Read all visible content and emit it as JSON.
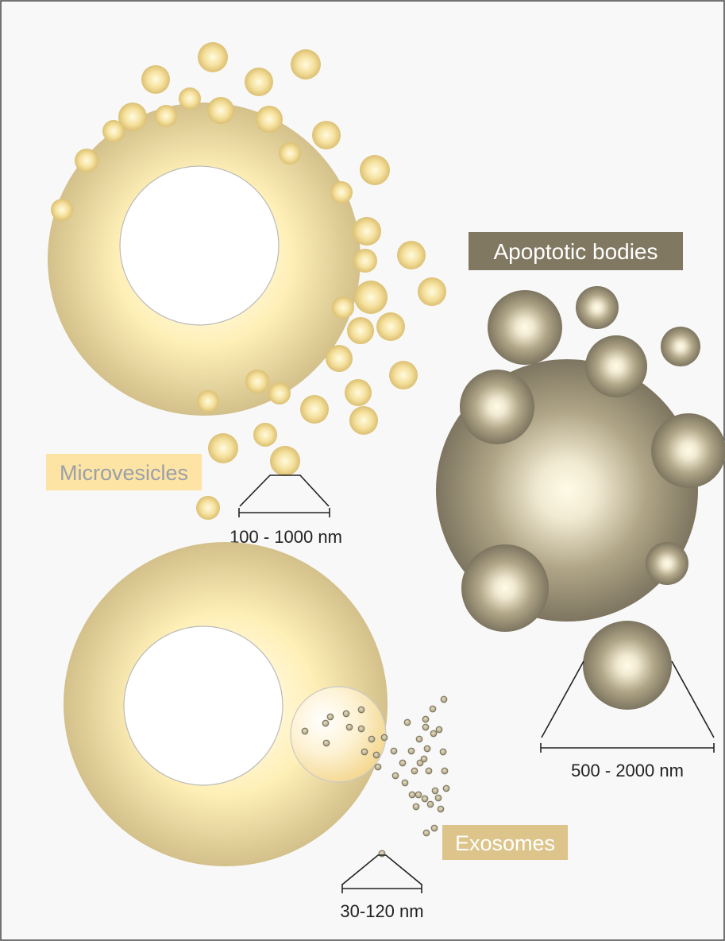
{
  "labels": {
    "microvesicles": "Microvesicles",
    "apoptotic_bodies": "Apoptotic bodies",
    "exosomes": "Exosomes"
  },
  "size_ranges": {
    "microvesicles": "100 - 1000 nm",
    "apoptotic_bodies": "500 - 2000 nm",
    "exosomes": "30-120 nm"
  },
  "colors": {
    "background": "#f8f8f8",
    "border": "#444444",
    "cell_light": "#fff0b8",
    "cell_dark": "#d3c08a",
    "vesicle_light": "#fffbe0",
    "vesicle_dark": "#dcc072",
    "apoptotic_light": "#fffbe6",
    "apoptotic_dark": "#7d7560",
    "microvesicles_label_bg": "#fde3a4",
    "microvesicles_label_text": "#9aa0a8",
    "apoptotic_label_bg": "#817862",
    "exosomes_label_bg": "#dcc48a",
    "label_light_text": "#ffffff",
    "scale_text": "#222222"
  }
}
